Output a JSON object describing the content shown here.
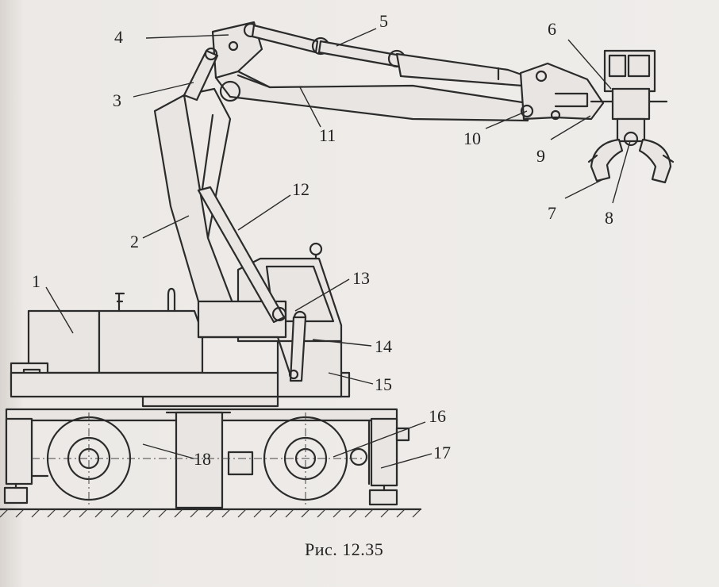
{
  "caption": "Рис. 12.35",
  "callouts": [
    "1",
    "2",
    "3",
    "4",
    "5",
    "6",
    "7",
    "8",
    "9",
    "10",
    "11",
    "12",
    "13",
    "14",
    "15",
    "16",
    "17",
    "18"
  ]
}
